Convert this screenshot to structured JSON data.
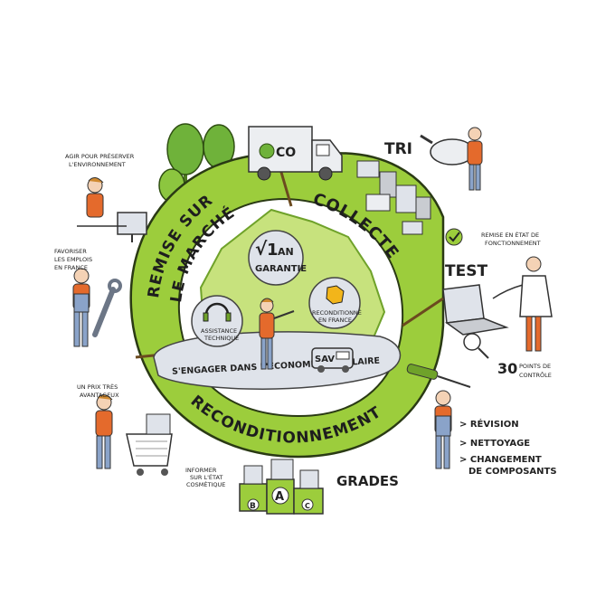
{
  "ring": {
    "remise": "REMISE SUR",
    "marche": "LE MARCHÉ",
    "collecte": "COLLECTE",
    "reconditionnement": "RECONDITIONNEMENT",
    "banner": "S'ENGAGER DANS L'ÉCONOMIE CIRCULAIRE"
  },
  "center": {
    "garantie_check": "√",
    "garantie_num": "1",
    "garantie_unit": "AN",
    "garantie_label": "GARANTIE",
    "assistance_line1": "ASSISTANCE",
    "assistance_line2": "TECHNIQUE",
    "france_line1": "RECONDITIONNÉ",
    "france_line2": "EN FRANCE",
    "sav": "SAV"
  },
  "truck": {
    "logo": "CO"
  },
  "stages": {
    "tri": "TRI",
    "test": "TEST",
    "grades": "GRADES",
    "test_note_line1": "REMISE EN ÉTAT DE",
    "test_note_line2": "FONCTIONNEMENT",
    "points_num": "30",
    "points_line1": "POINTS DE",
    "points_line2": "CONTRÔLE",
    "revision": "> RÉVISION",
    "nettoyage": "> NETTOYAGE",
    "changement_line1": "> CHANGEMENT",
    "changement_line2": "DE COMPOSANTS",
    "grades_note_line1": "INFORMER",
    "grades_note_line2": "SUR L'ÉTAT",
    "grades_note_line3": "COSMÉTIQUE",
    "grade_a": "A",
    "grade_b": "B",
    "grade_c": "C"
  },
  "left_notes": {
    "env_line1": "AGIR POUR PRÉSERVER",
    "env_line2": "L'ENVIRONNEMENT",
    "jobs_line1": "FAVORISER",
    "jobs_line2": "LES EMPLOIS",
    "jobs_line3": "EN FRANCE",
    "price_line1": "UN PRIX TRÈS",
    "price_line2": "AVANTAGEUX"
  },
  "colors": {
    "ring_green": "#9ccd3c",
    "dark_green": "#6fa22a",
    "center_green": "#c7e27d",
    "orange": "#e46a2c",
    "blue": "#8aa3c9",
    "grey": "#c9ccd1"
  }
}
